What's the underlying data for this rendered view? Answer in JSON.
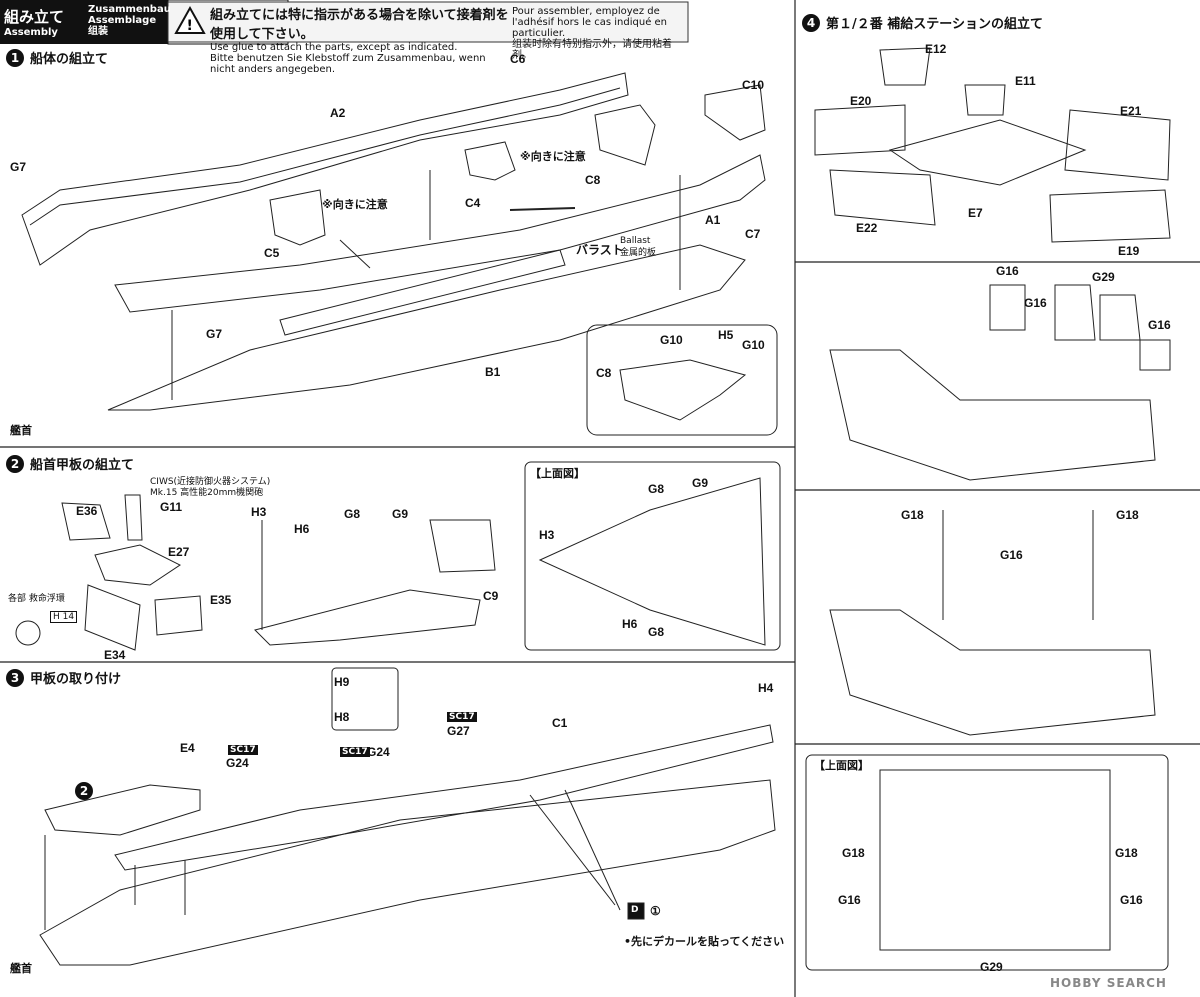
{
  "header": {
    "title_jp": "組み立て",
    "title_de": "Zusammenbau",
    "title_fr": "Assemblage",
    "title_en": "Assembly",
    "title_cn": "组装",
    "warning_jp": "組み立てには特に指示がある場合を除いて接着剤を使用して下さい。",
    "warning_en": "Use glue to attach the parts, except as indicated.",
    "warning_de": "Bitte benutzen Sie Klebstoff zum Zusammenbau, wenn nicht anders angegeben.",
    "warning_fr": "Pour assembler, employez de l'adhésif hors le cas indiqué en particulier.",
    "warning_cn": "组装时除有特别指示外，请使用粘着剂。"
  },
  "steps": {
    "s1": {
      "num": "1",
      "title": "船体の組立て"
    },
    "s2": {
      "num": "2",
      "title": "船首甲板の組立て"
    },
    "s3": {
      "num": "3",
      "title": "甲板の取り付け"
    },
    "s4": {
      "num": "4",
      "title": "第１/２番 補給ステーションの組立て"
    }
  },
  "s1": {
    "A2": "A2",
    "C6": "C6",
    "C10": "C10",
    "G7a": "G7",
    "G7b": "G7",
    "C4": "C4",
    "C5": "C5",
    "C8": "C8",
    "A1": "A1",
    "C7": "C7",
    "B1": "B1",
    "note1": "※向きに注意",
    "note2": "※向きに注意",
    "ballast_jp": "バラスト",
    "ballast_en": "Ballast",
    "ballast_cn": "金属的板",
    "inset": {
      "G10a": "G10",
      "H5": "H5",
      "G10b": "G10",
      "C8": "C8"
    },
    "bow": "艦首"
  },
  "s2": {
    "ciws1": "CIWS(近接防御火器システム)",
    "ciws2": "Mk.15 高性能20mm機関砲",
    "E36": "E36",
    "G11": "G11",
    "E27": "E27",
    "E35": "E35",
    "E34": "E34",
    "H3": "H3",
    "H6": "H6",
    "G8": "G8",
    "G9": "G9",
    "C9": "C9",
    "raft": "各部 救命浮環",
    "raft_ref": "H 14",
    "top_title": "【上面図】",
    "top": {
      "G8a": "G8",
      "G9": "G9",
      "H3": "H3",
      "H6": "H6",
      "G8b": "G8"
    }
  },
  "s3": {
    "H9": "H9",
    "H8": "H8",
    "H4": "H4",
    "C1": "C1",
    "E4": "E4",
    "G24a": "G24",
    "G24b": "G24",
    "G27": "G27",
    "sc1": "SC17",
    "sc2": "SC17",
    "sc3": "SC17",
    "ref2": "2",
    "decal_box": "D",
    "decal_num": "①",
    "decal_note": "•先にデカールを貼ってください",
    "bow": "艦首"
  },
  "s4": {
    "E12": "E12",
    "E11": "E11",
    "E20": "E20",
    "E21": "E21",
    "E22": "E22",
    "E7": "E7",
    "E19": "E19",
    "b_G16a": "G16",
    "b_G16b": "G16",
    "b_G29": "G29",
    "b_G16c": "G16",
    "c_G18a": "G18",
    "c_G18b": "G18",
    "c_G16": "G16",
    "top_title": "【上面図】",
    "d_G18a": "G18",
    "d_G18b": "G18",
    "d_G16a": "G16",
    "d_G16b": "G16",
    "d_G29": "G29"
  },
  "watermark": "HOBBY SEARCH"
}
